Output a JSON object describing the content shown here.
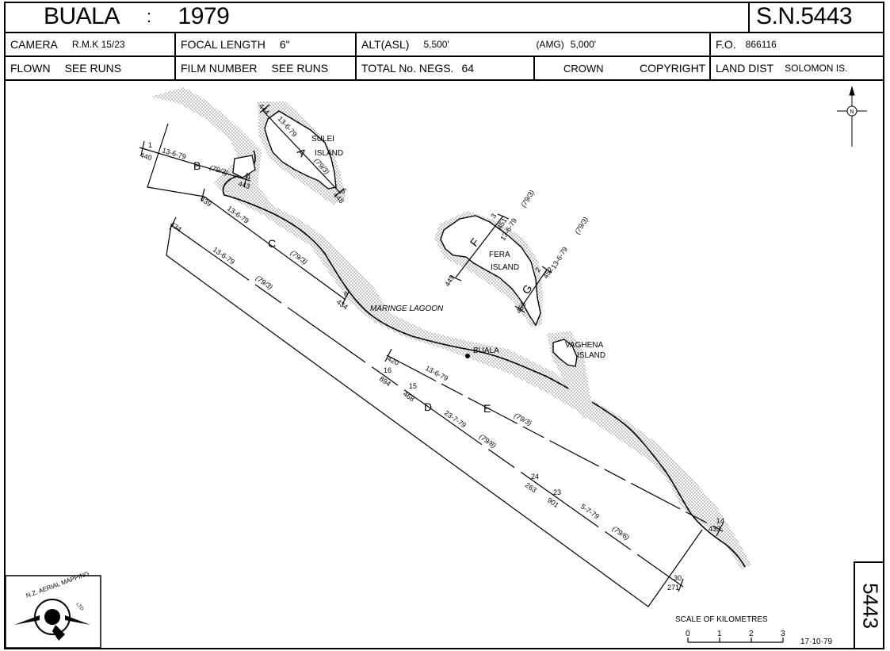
{
  "header": {
    "place": "BUALA",
    "colon": ":",
    "year": "1979",
    "sheet_number": "S.N.5443",
    "camera_label": "CAMERA",
    "camera_value": "R.M.K  15/23",
    "focal_label": "FOCAL LENGTH",
    "focal_value": "6\"",
    "alt_asl_label": "ALT(ASL)",
    "alt_asl_value": "5,500'",
    "alt_amg_label": "(AMG)",
    "alt_amg_value": "5,000'",
    "fo_label": "F.O.",
    "fo_value": "866116",
    "flown_label": "FLOWN",
    "flown_value": "SEE  RUNS",
    "film_label": "FILM NUMBER",
    "film_value": "SEE  RUNS",
    "negs_label": "TOTAL No. NEGS.",
    "negs_value": "64",
    "crown": "CROWN",
    "copyright": "COPYRIGHT",
    "land_label": "LAND DIST",
    "land_value": "SOLOMON  IS."
  },
  "map": {
    "islands": [
      "SULEI",
      "ISLAND",
      "FERA",
      "ISLAND",
      "VAGHENA",
      "ISLAND"
    ],
    "lagoon": "MARINGE  LAGOON",
    "town": "BUALA",
    "north": "N",
    "runs": [
      {
        "letter": "A",
        "date": "13-6-79",
        "film": "(79/3)",
        "start": "444",
        "end_top": "5",
        "end": "448"
      },
      {
        "letter": "B",
        "date": "13-6-79",
        "film": "(79/3)",
        "start_top": "1",
        "start": "440",
        "end_top": "4",
        "end": "443"
      },
      {
        "letter": "C",
        "date": "13-6-79",
        "film": "(79/3)",
        "start": "439",
        "end_top": "6",
        "end": "434"
      },
      {
        "letter": "D",
        "date_a": "13-6-79",
        "film_a": "(79/3)",
        "date_b": "23-7-79",
        "film_b": "(79/8)",
        "date_c": "5-7-79",
        "film_c": "(79/6)"
      },
      {
        "letter": "E",
        "date": "13-6-79",
        "film": "(79/3)",
        "start": "420",
        "end_top": "14",
        "end": "433"
      },
      {
        "letter": "F",
        "date": "13-6-79",
        "film": "(79/3)",
        "start": "449",
        "end_top": "3",
        "end": "451"
      },
      {
        "letter": "G",
        "date": "13-6-79",
        "film": "(79/3)",
        "start": "452",
        "end": "453",
        "end_top": "2"
      }
    ],
    "labels_d": {
      "start": "434",
      "p16": "16",
      "p894": "894",
      "p15": "15",
      "p468": "468",
      "p24": "24",
      "p263": "263",
      "p23": "23",
      "p901": "901",
      "p30": "30",
      "p271": "271"
    }
  },
  "scale": {
    "title": "SCALE  OF    KILOMETRES",
    "ticks": [
      "0",
      "1",
      "2",
      "3"
    ]
  },
  "date_stamp": "17·10·79",
  "logo_text": "N.Z. AERIAL MAPPING",
  "logo_sub": "LTD",
  "sheet_side": "5443"
}
